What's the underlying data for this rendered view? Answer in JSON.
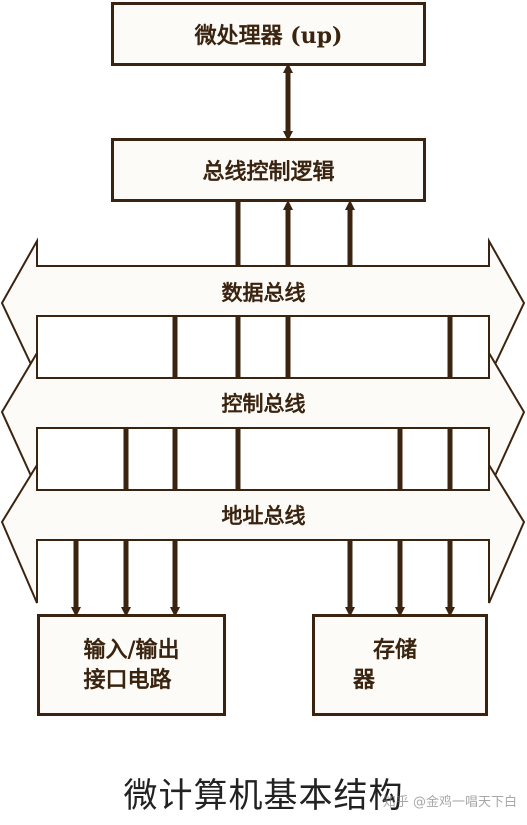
{
  "title": "微计算机基本结构",
  "boxes": {
    "cpu": "微处理器 (up)",
    "control_logic": "总线控制逻辑",
    "io_line1": "输入/输出",
    "io_line2": "接口电路",
    "memory_line1": "存储",
    "memory_line2": "器"
  },
  "buses": {
    "data": "数据总线",
    "control": "控制总线",
    "address": "地址总线"
  },
  "watermark": "知乎 @金鸡一唱天下白",
  "colors": {
    "line": "#3a2410",
    "fill": "#fdfbf7"
  }
}
